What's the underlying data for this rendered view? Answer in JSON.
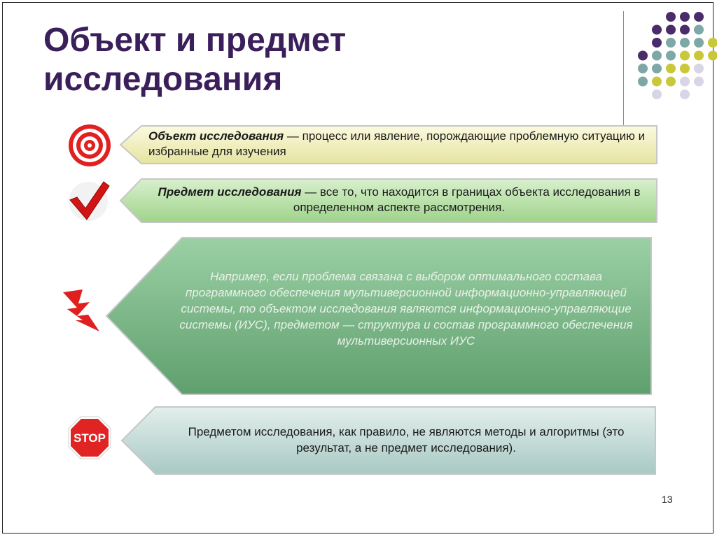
{
  "slide": {
    "title_line1": "Объект и предмет",
    "title_line2": "исследования",
    "page_number": "13"
  },
  "blocks": [
    {
      "icon": "target-icon",
      "term": "Объект исследования",
      "text": " — процесс или явление, порождающие проблемную ситуацию и избранные для изучения",
      "color": "#f3f0bd"
    },
    {
      "icon": "checkmark-icon",
      "term": "Предмет исследования",
      "text": " — все то, что находится в границах объекта исследования в определенном аспекте рассмотрения.",
      "color": "#b9e0a8"
    },
    {
      "icon": "lightning-icon",
      "text": "Например, если проблема связана с выбором оптимального состава программного обеспечения мультиверсионной информационно-управляющей системы, то объектом исследования являются информационно-управляющие системы (ИУС), предметом — структура и состав программного обеспечения мультиверсионных ИУС",
      "color": "#7fbf8c"
    },
    {
      "icon": "stop-sign-icon",
      "stop_label": "STOP",
      "text": "Предметом исследования, как правило, не являются методы и алгоритмы (это результат, а не предмет исследования).",
      "color": "#c4dad6"
    }
  ],
  "colors": {
    "title": "#3a1f5a",
    "dot_purple": "#4b2c6a",
    "dot_teal": "#7da8a6",
    "dot_yellow": "#c8c83a",
    "dot_light": "#d8d6e6"
  }
}
